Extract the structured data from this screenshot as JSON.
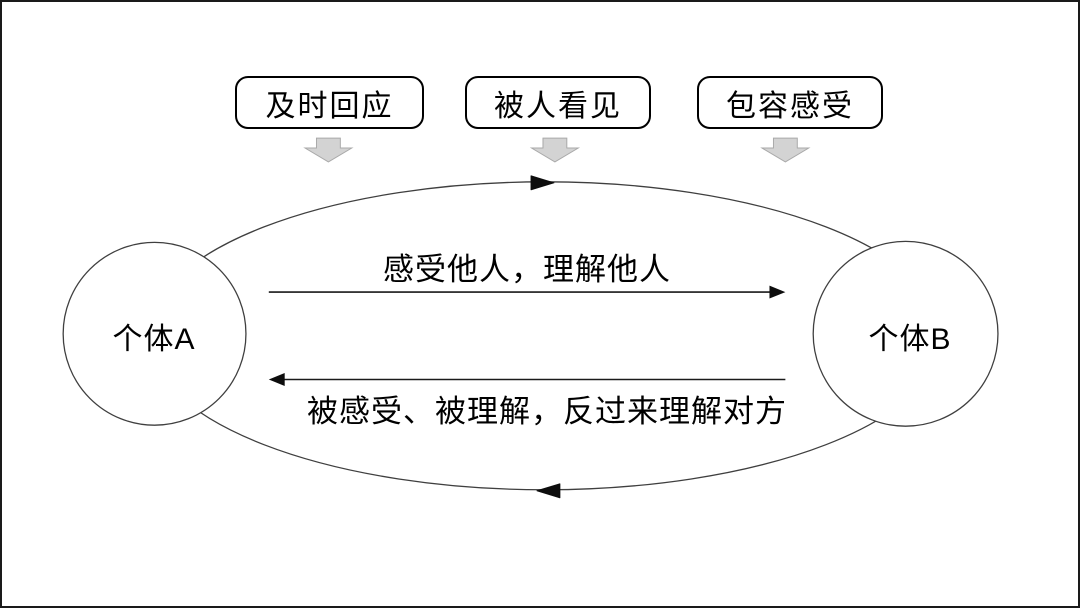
{
  "diagram": {
    "title_hint": "empathy-loop-diagram",
    "top_boxes": [
      {
        "label": "及时回应"
      },
      {
        "label": "被人看见"
      },
      {
        "label": "包容感受"
      }
    ],
    "nodes": {
      "left": "个体A",
      "right": "个体B"
    },
    "flows": {
      "forward": "感受他人，理解他人",
      "backward": "被感受、被理解，反过来理解对方"
    },
    "colors": {
      "line": "#3f3f3f",
      "arrow_line": "#1a1a1a",
      "block_arrow_fill": "#d3d3d3",
      "block_arrow_border": "#a9a9a9",
      "text": "#000000",
      "background": "#ffffff"
    }
  }
}
